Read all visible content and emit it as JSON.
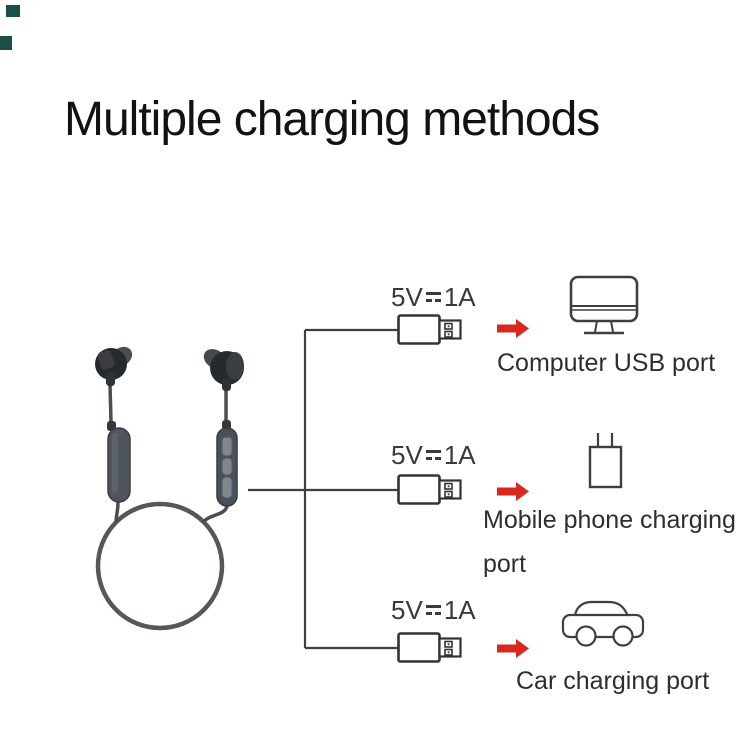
{
  "title": "Multiple charging methods",
  "watermarks": {
    "color": "#1a4f47"
  },
  "illustration": {
    "subject": "neckband-earphones-with-cable-loop"
  },
  "diagram": {
    "line_color": "#3f3f3f",
    "arrow_color": "#da281f",
    "usb_label_volts": "5V",
    "usb_label_amps": "1A",
    "rows": [
      {
        "volts": "5V",
        "amps": "1A",
        "caption": "Computer USB port",
        "icon": "computer-monitor-icon"
      },
      {
        "volts": "5V",
        "amps": "1A",
        "caption": "Mobile phone charging port",
        "icon": "phone-wall-charger-icon"
      },
      {
        "volts": "5V",
        "amps": "1A",
        "caption": "Car charging port",
        "icon": "car-icon"
      }
    ]
  }
}
